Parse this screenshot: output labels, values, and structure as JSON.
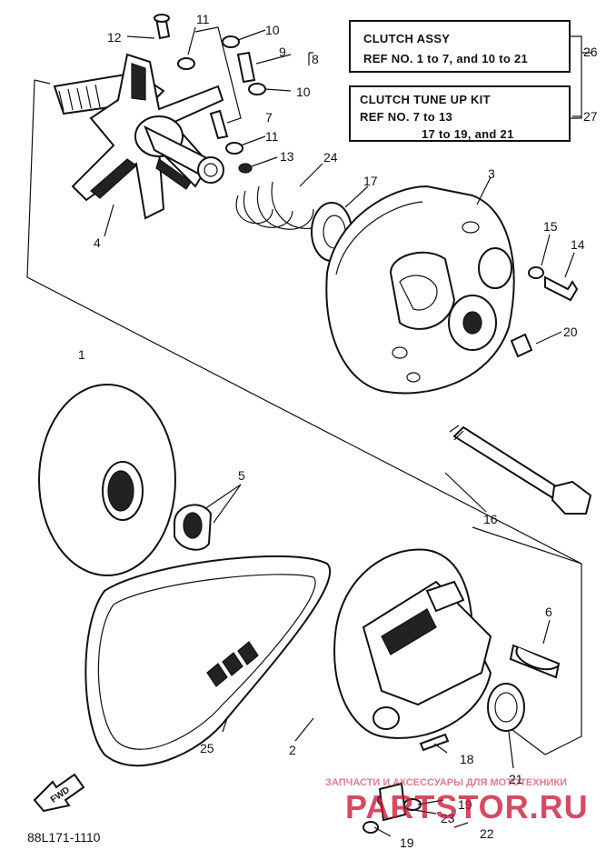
{
  "boxes": {
    "clutch_assy": {
      "line1": "CLUTCH ASSY",
      "line2": "REF NO. 1 to 7, and 10 to 21"
    },
    "tune_up_kit": {
      "line1": "CLUTCH TUNE UP KIT",
      "line2": "REF NO. 7 to 13",
      "line3": "17 to 19, and 21"
    }
  },
  "labels": {
    "n1": "1",
    "n2": "2",
    "n3": "3",
    "n4": "4",
    "n5": "5",
    "n6": "6",
    "n7": "7",
    "n8": "8",
    "n9": "9",
    "n10a": "10",
    "n10b": "10",
    "n11a": "11",
    "n11b": "11",
    "n12": "12",
    "n13": "13",
    "n14": "14",
    "n15": "15",
    "n16": "16",
    "n17": "17",
    "n18": "18",
    "n19a": "19",
    "n19b": "19",
    "n20": "20",
    "n21": "21",
    "n22": "22",
    "n23": "23",
    "n24": "24",
    "n25": "25",
    "n26": "26",
    "n27": "27"
  },
  "fwd": "FWD",
  "figure_code": "88L171-1110",
  "watermark": {
    "caption": "ЗАПЧАСТИ И АКСЕССУАРЫ ДЛЯ МОТОТЕХНИКИ",
    "logo": "PARTSTOR.RU",
    "color": "#c8102e"
  }
}
